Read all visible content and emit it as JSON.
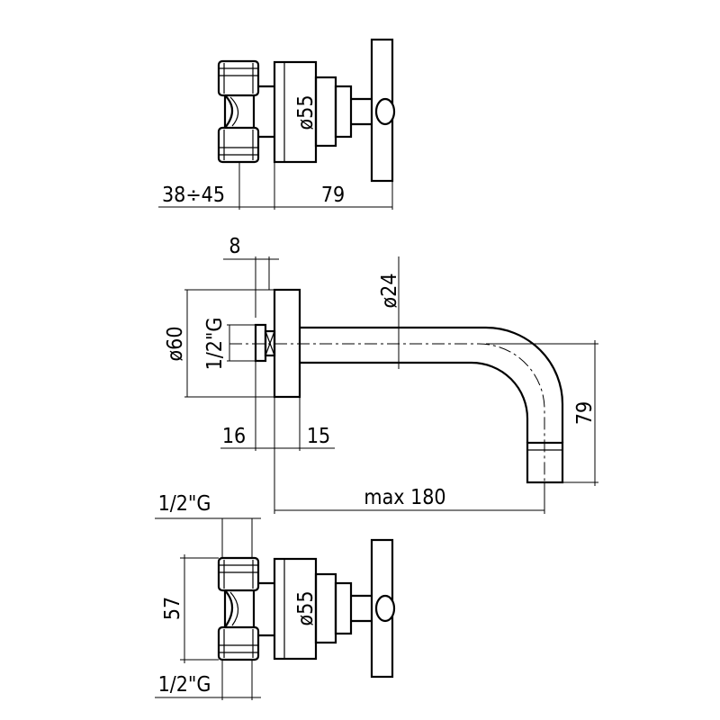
{
  "top_valve": {
    "label_diameter": "ø55",
    "dim_wall_range": "38÷45",
    "dim_depth": "79"
  },
  "spout": {
    "dim_plate_thickness": "8",
    "label_plate_diameter": "ø60",
    "label_thread": "1/2\"G",
    "label_tube_diameter": "ø24",
    "dim_left": "16",
    "dim_right": "15",
    "dim_height": "79",
    "dim_length": "max 180"
  },
  "bottom_valve": {
    "label_thread_top": "1/2\"G",
    "dim_height": "57",
    "label_diameter": "ø55",
    "label_thread_bottom": "1/2\"G"
  }
}
